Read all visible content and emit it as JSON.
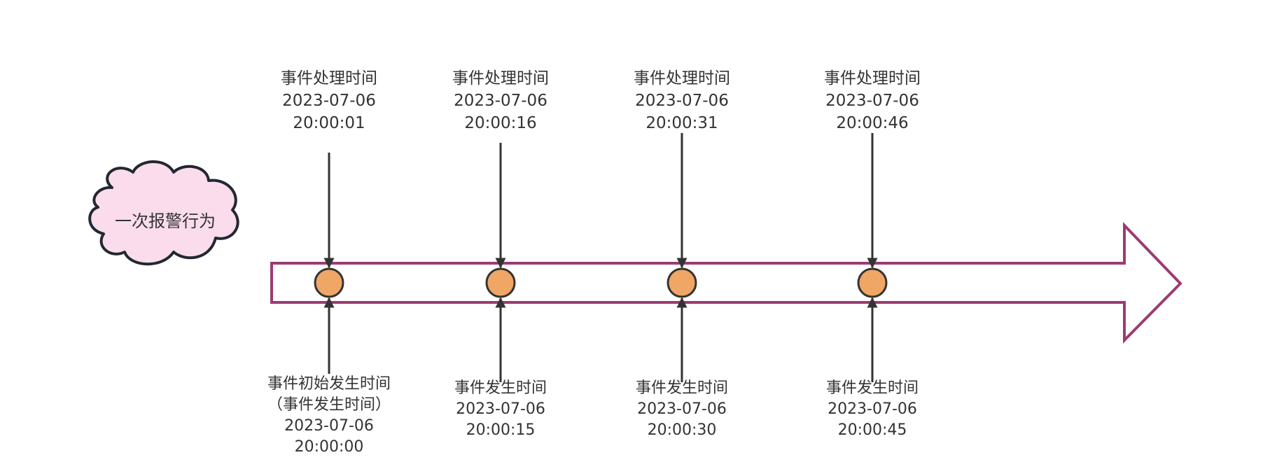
{
  "cloud": {
    "label": "一次报警行为",
    "fill": "#fadcec",
    "stroke": "#222831"
  },
  "timeline": {
    "stroke": "#9c3b73",
    "marker_fill": "#f0a665",
    "marker_stroke": "#333333"
  },
  "processing_events": [
    {
      "title": "事件处理时间",
      "date": "2023-07-06",
      "time": "20:00:01"
    },
    {
      "title": "事件处理时间",
      "date": "2023-07-06",
      "time": "20:00:16"
    },
    {
      "title": "事件处理时间",
      "date": "2023-07-06",
      "time": "20:00:31"
    },
    {
      "title": "事件处理时间",
      "date": "2023-07-06",
      "time": "20:00:46"
    }
  ],
  "occurrence_events": [
    {
      "title": "事件初始发生时间",
      "subtitle": "（事件发生时间）",
      "date": "2023-07-06",
      "time": "20:00:00"
    },
    {
      "title": "事件发生时间",
      "date": "2023-07-06",
      "time": "20:00:15"
    },
    {
      "title": "事件发生时间",
      "date": "2023-07-06",
      "time": "20:00:30"
    },
    {
      "title": "事件发生时间",
      "date": "2023-07-06",
      "time": "20:00:45"
    }
  ]
}
